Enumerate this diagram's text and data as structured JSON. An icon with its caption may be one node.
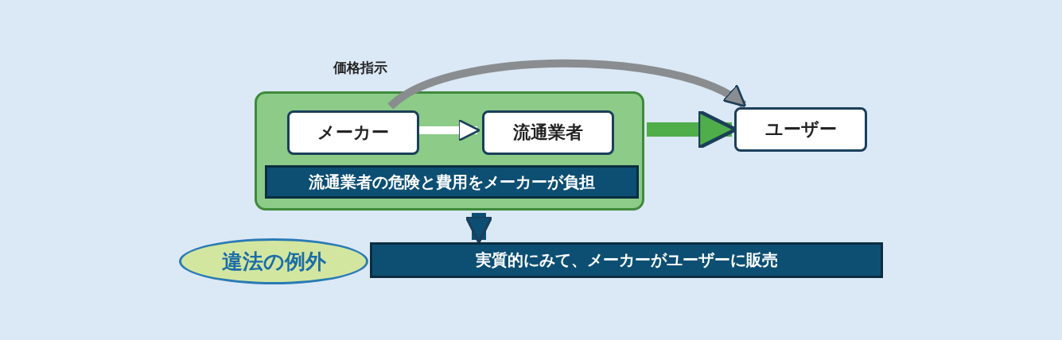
{
  "diagram": {
    "nodes": [
      {
        "text": [],
        "shape": "box"
      },
      {
        "text": [
          "メーカー"
        ],
        "in": 0
      },
      {
        "text": [
          "流通業者"
        ],
        "in": 0
      },
      {
        "text": [
          "流通業者の危険と費用をメーカーが負担"
        ],
        "in": 0
      },
      {
        "text": [
          "ユーザー"
        ]
      },
      {
        "text": [
          "違法の例外"
        ]
      },
      {
        "text": [
          "実質的にみて、メーカーがユーザーに販売"
        ]
      }
    ],
    "edges": [
      {
        "from": 1,
        "to": 2,
        "arrow": "to",
        "color": "#ffffff"
      },
      {
        "from": 1,
        "to": 4,
        "arrow": "to",
        "label": "価格指示",
        "color": "#8a8d90"
      },
      {
        "from": 0,
        "to": 4,
        "arrow": "to",
        "style": "thick",
        "color": "#4fae4a"
      },
      {
        "from": 0,
        "to": 6,
        "arrow": "to",
        "style": "thick",
        "color": "#0d4f73"
      }
    ]
  }
}
